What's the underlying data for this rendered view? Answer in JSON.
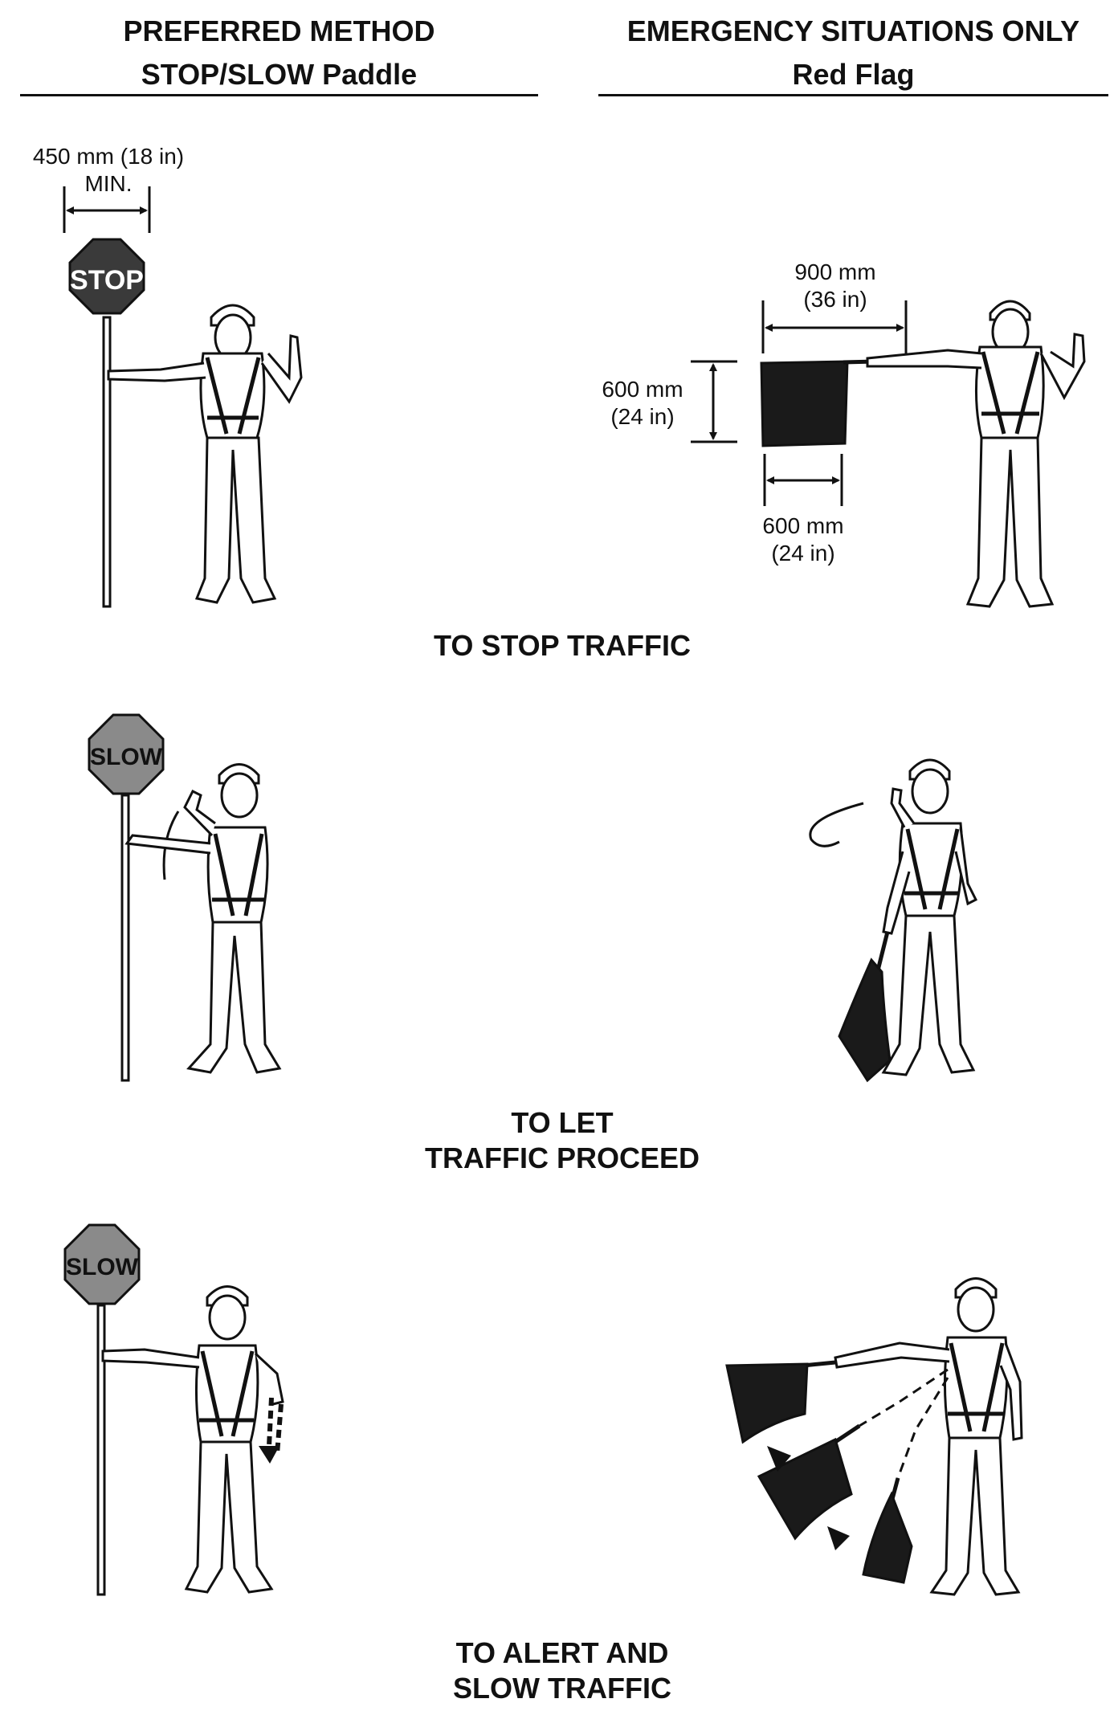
{
  "header": {
    "left_line1": "PREFERRED METHOD",
    "left_line2": "STOP/SLOW Paddle",
    "right_line1": "EMERGENCY SITUATIONS ONLY",
    "right_line2": "Red Flag"
  },
  "dimensions": {
    "paddle_width_line1": "450 mm (18 in)",
    "paddle_width_line2": "MIN.",
    "flag_staff_line1": "900 mm",
    "flag_staff_line2": "(36 in)",
    "flag_height_line1": "600 mm",
    "flag_height_line2": "(24 in)",
    "flag_width_line1": "600 mm",
    "flag_width_line2": "(24 in)"
  },
  "signs": {
    "stop": "STOP",
    "slow_1": "SLOW",
    "slow_2": "SLOW"
  },
  "captions": {
    "stop": "TO STOP TRAFFIC",
    "proceed_line1": "TO LET",
    "proceed_line2": "TRAFFIC PROCEED",
    "alert_line1": "TO ALERT AND",
    "alert_line2": "SLOW TRAFFIC"
  },
  "colors": {
    "ink": "#111111",
    "stop_sign": "#3a3a3a",
    "slow_sign": "#8a8a8a",
    "flag": "#1a1a1a"
  }
}
